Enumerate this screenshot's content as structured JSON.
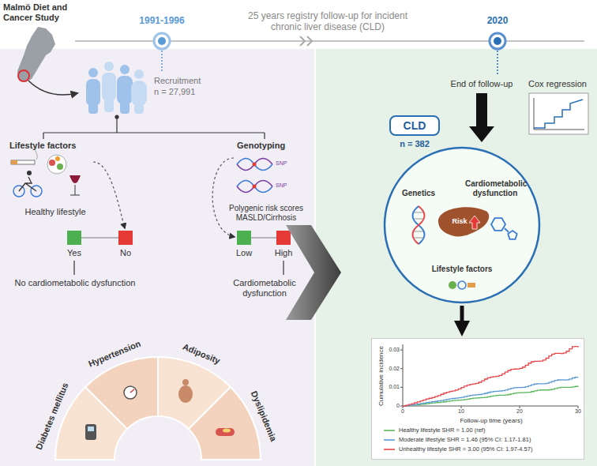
{
  "diagram": {
    "nodes": [
      {
        "text": [
          "CLD"
        ]
      },
      {
        "text": [
          "Genetics",
          "Cardiometabolic dysfunction",
          "Lifestyle factors"
        ]
      },
      {
        "text": [
          "Cumulative incidence",
          "Follow-up time (years)"
        ]
      }
    ],
    "edges": [
      {
        "from": 1,
        "to": 2,
        "arrow": "to"
      }
    ],
    "labels": [
      "Malmö Diet and Cancer Study",
      "1991-1996",
      "25 years registry follow-up for incident chronic liver disease (CLD)",
      "2020",
      "Recruitment",
      "n = 27,991",
      "Lifestyle factors",
      "Genotyping",
      "SNP",
      "SNP",
      "Healthy lifestyle",
      "Polygenic risk scores MASLD/Cirrhosis",
      "Yes",
      "No",
      "Low",
      "High",
      "No cardiometabolic dysfunction",
      "Cardiometabolic dysfunction",
      "Diabetes mellitus",
      "Hypertension",
      "Adiposity",
      "Dyslipidemia",
      "End of follow-up",
      "Cox regression",
      "n = 382",
      "Risk",
      "0.03",
      "0.02",
      "0.01",
      "0",
      "0",
      "10",
      "20",
      "30"
    ],
    "legend": [
      {
        "text": "Healthy lifestyle SHR = 1.00 (ref)"
      },
      {
        "text": "Moderate lifestyle SHR = 1.46 (95% CI: 1.17-1.81)"
      },
      {
        "text": "Unhealthy lifestyle SHR = 3.00 (95% CI: 1.97-4.57)"
      }
    ]
  }
}
